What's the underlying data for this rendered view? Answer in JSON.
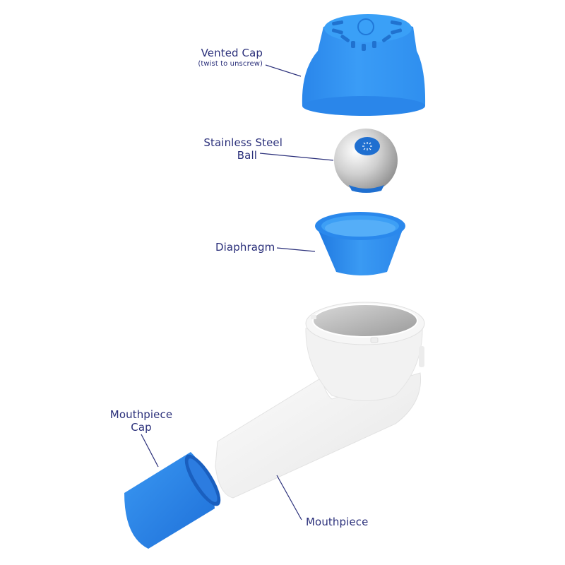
{
  "diagram": {
    "type": "exploded-view product diagram",
    "colors": {
      "label_text": "#2a2f7a",
      "leader_line": "#2a2f7a",
      "silicone_blue": "#2f8fef",
      "silicone_blue_dark": "#1c6fd6",
      "body_white": "#f3f3f3",
      "steel": "#c9c9c9",
      "background": "#ffffff"
    },
    "parts": [
      {
        "id": "vented-cap",
        "label": "Vented Cap",
        "sublabel": "(twist to unscrew)"
      },
      {
        "id": "stainless-steel-ball",
        "label_line1": "Stainless Steel",
        "label_line2": "Ball"
      },
      {
        "id": "diaphragm",
        "label": "Diaphragm"
      },
      {
        "id": "mouthpiece-cap",
        "label_line1": "Mouthpiece",
        "label_line2": "Cap"
      },
      {
        "id": "mouthpiece",
        "label": "Mouthpiece"
      }
    ]
  }
}
